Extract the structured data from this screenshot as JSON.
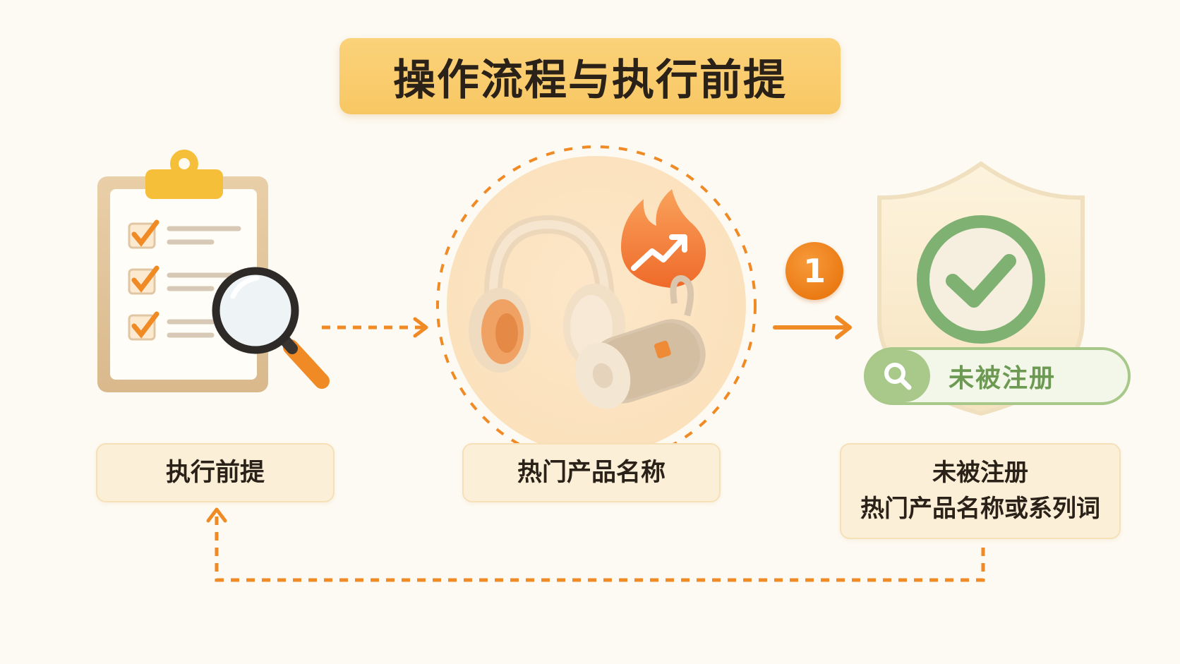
{
  "title": "操作流程与执行前提",
  "steps": [
    {
      "label": "执行前提"
    },
    {
      "label": "热门产品名称"
    },
    {
      "label_line1": "未被注册",
      "label_line2": "热门产品名称或系列词"
    }
  ],
  "step_badge": "1",
  "status_pill": "未被注册",
  "icons": {
    "step1": "clipboard-checklist-magnifier-icon",
    "step2": "headphones-speaker-trending-fire-icon",
    "step3": "shield-checkmark-icon",
    "pill": "search-icon"
  },
  "colors": {
    "accent_orange": "#f08a24",
    "title_yellow": "#f8c763",
    "success_green": "#7fb173",
    "label_bg": "#fcefd8"
  }
}
